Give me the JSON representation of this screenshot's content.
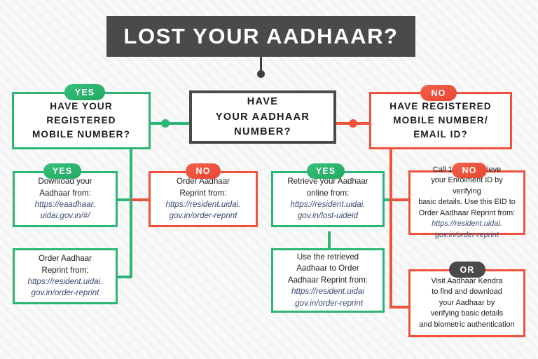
{
  "title": {
    "text": "LOST YOUR AADHAAR?"
  },
  "badges": {
    "yes": "YES",
    "no": "NO",
    "or": "OR"
  },
  "nodes": {
    "root": {
      "line1": "HAVE",
      "line2": "YOUR AADHAAR",
      "line3": "NUMBER?"
    },
    "left_branch": {
      "badge": "YES",
      "line1": "HAVE YOUR",
      "line2": "REGISTERED",
      "line3": "MOBILE NUMBER?"
    },
    "right_branch": {
      "badge": "NO",
      "line1": "HAVE REGISTERED",
      "line2": "MOBILE NUMBER/",
      "line3": "EMAIL ID?"
    },
    "left_yes": {
      "badge": "YES",
      "line1": "Download your",
      "line2": "Aadhaar from:",
      "url1": "https://eaadhaar.",
      "url2": "uidai.gov.in/#/"
    },
    "left_order": {
      "line1": "Order Aadhaar",
      "line2": "Reprint from:",
      "url1": "https://resident.uidai.",
      "url2": "gov.in/order-reprint"
    },
    "left_no": {
      "badge": "NO",
      "line1": "Order Aadhaar",
      "line2": "Reprint from:",
      "url1": "https://resident.uidai.",
      "url2": "gov.in/order-reprint"
    },
    "mid_yes": {
      "badge": "YES",
      "line1": "Retrieve your Aadhaar",
      "line2": "online from:",
      "url1": "https://resident.uidai.",
      "url2": "gov.in/lost-uideid"
    },
    "mid_use": {
      "line1": "Use the retrieved",
      "line2": "Aadhaar to Order",
      "line3": "Aadhaar Reprint from:",
      "url1": "https://resident.uidai",
      "url2": ".gov.in/order-reprint"
    },
    "right_no": {
      "badge": "NO",
      "line1": "Call 1947 to retrieve",
      "line2": "your Enrolment ID by verifying",
      "line3": "basic details. Use this EID to",
      "line4": "Order Aadhaar Reprint from:",
      "url1": "https://resident.uidai.",
      "url2": "gov.in/order-reprint"
    },
    "right_or": {
      "badge": "OR",
      "line1": "Visit Aadhaar Kendra",
      "line2": "to find and download",
      "line3": "your Aadhaar by",
      "line4": "verifying basic details",
      "line5": "and biometric authentication"
    }
  },
  "colors": {
    "green": "#2bb673",
    "red": "#ef513c",
    "dark": "#4a4a4a",
    "url_text": "#3b4a72",
    "background": "#f7f7f7"
  }
}
